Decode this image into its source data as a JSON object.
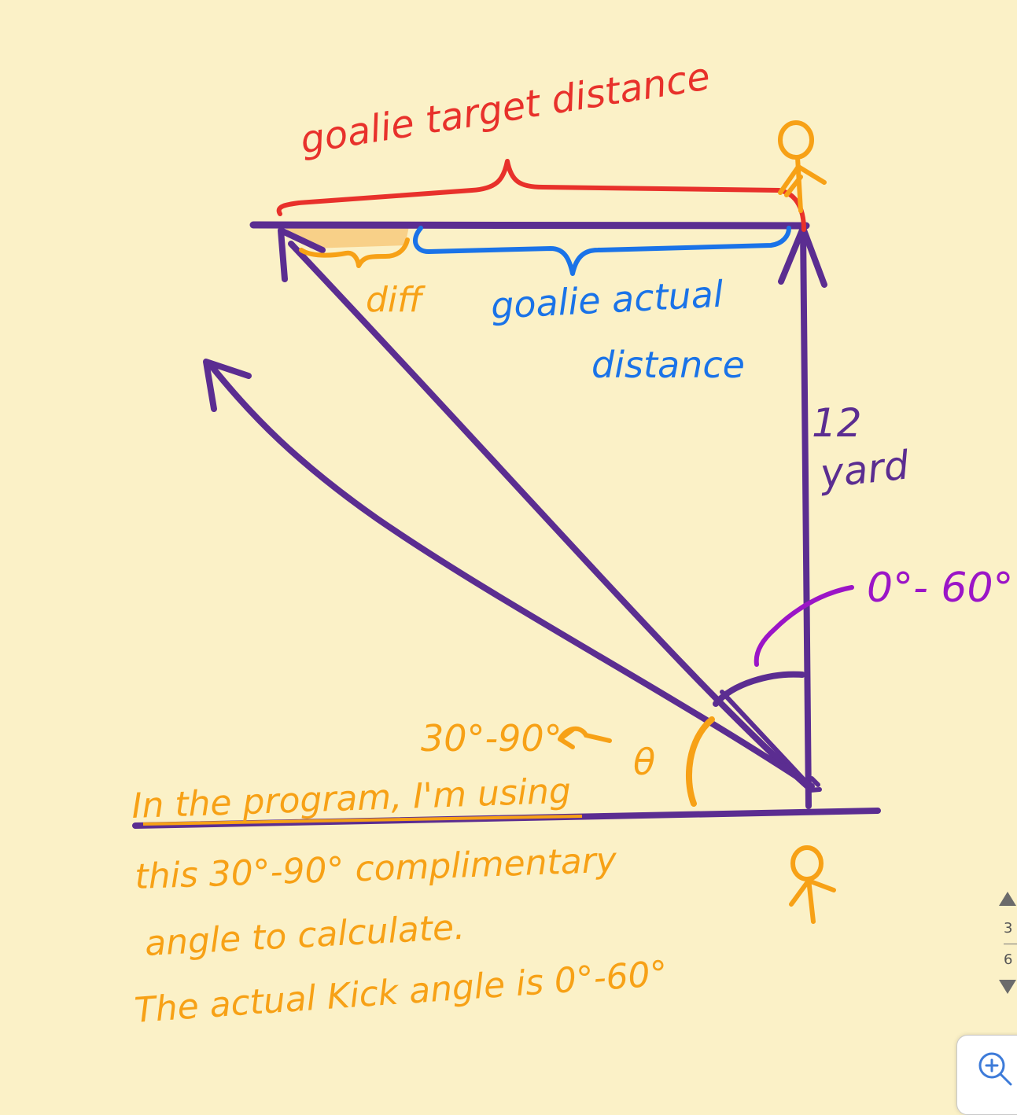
{
  "labels": {
    "goalie_target_distance": "goalie target distance",
    "diff": "diff",
    "goalie_actual_distance_line1": "goalie actual",
    "goalie_actual_distance_line2": "distance",
    "distance_12": "12",
    "distance_unit": "yard",
    "kick_angle_range": "0°- 60°",
    "program_angle_range": "30°-90°",
    "theta": "θ",
    "note_line1": "In the program, I'm using",
    "note_line2": "this 30°-90° complimentary",
    "note_line3": "angle to calculate.",
    "note_line4": "The actual Kick angle is 0°-60°"
  },
  "pager": {
    "current": "3",
    "total": "6"
  },
  "colors": {
    "background": "#fbf1c7",
    "structure": "#5b2d91",
    "target": "#e8312b",
    "actual": "#1a73e8",
    "orange": "#f7a116",
    "kick_angle": "#9b15c7"
  },
  "icons": {
    "zoom": "zoom-in-icon",
    "person": "stick-figure-icon"
  }
}
